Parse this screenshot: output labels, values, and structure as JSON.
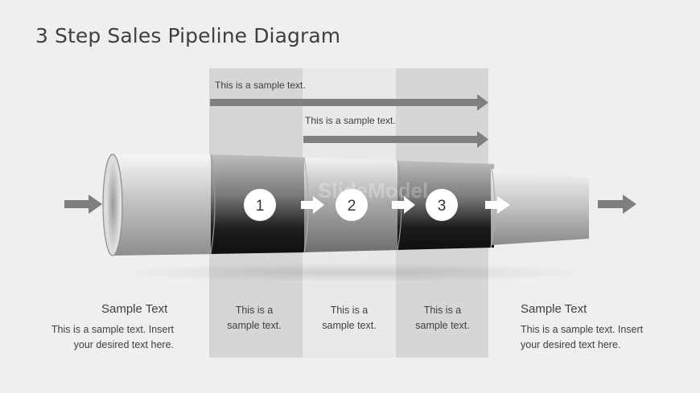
{
  "title": "3 Step Sales Pipeline Diagram",
  "watermark": "SlideModel",
  "arrows": {
    "top_label": "This is a sample text.",
    "second_label": "This is a sample text."
  },
  "steps": [
    {
      "number": "1",
      "caption_l1": "This is a",
      "caption_l2": "sample text."
    },
    {
      "number": "2",
      "caption_l1": "This is a",
      "caption_l2": "sample text."
    },
    {
      "number": "3",
      "caption_l1": "This is a",
      "caption_l2": "sample text."
    }
  ],
  "left": {
    "heading": "Sample Text",
    "line1": "This is a sample text. Insert",
    "line2": "your desired text here."
  },
  "right": {
    "heading": "Sample Text",
    "line1": "This is a sample text. Insert",
    "line2": "your desired text here."
  }
}
